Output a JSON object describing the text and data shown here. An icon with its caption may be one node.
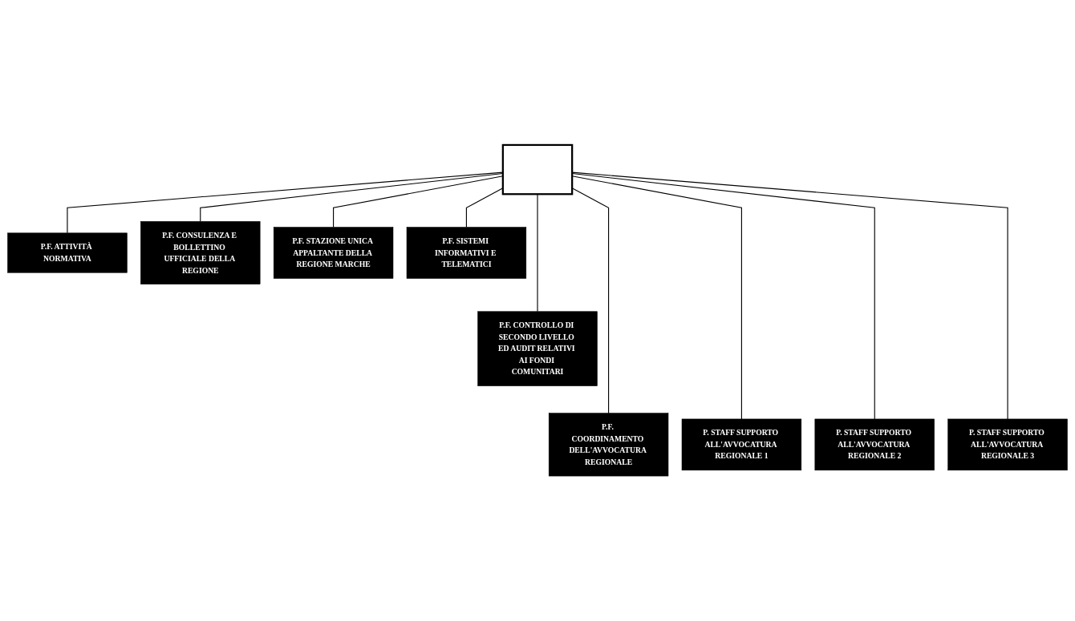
{
  "diagram": {
    "nodes": [
      {
        "text": [],
        "shape": "box"
      },
      {
        "text": [
          "P.F. ATTIVITÀ NORMATIVA"
        ]
      },
      {
        "text": [
          "P.F. CONSULENZA E BOLLETTINO UFFICIALE DELLA REGIONE"
        ]
      },
      {
        "text": [
          "P.F. STAZIONE UNICA APPALTANTE DELLA REGIONE MARCHE"
        ]
      },
      {
        "text": [
          "P.F. SISTEMI INFORMATIVI E TELEMATICI"
        ]
      },
      {
        "text": [
          "P.F. CONTROLLO DI SECONDO LIVELLO ED AUDIT RELATIVI AI FONDI COMUNITARI"
        ]
      },
      {
        "text": [
          "P.F. COORDINAMENTO DELL'AVVOCATURA REGIONALE"
        ]
      },
      {
        "text": [
          "P. STAFF SUPPORTO ALL'AVVOCATURA REGIONALE 1"
        ]
      },
      {
        "text": [
          "P. STAFF SUPPORTO ALL'AVVOCATURA REGIONALE 2"
        ]
      },
      {
        "text": [
          "P. STAFF SUPPORTO ALL'AVVOCATURA REGIONALE 3"
        ]
      }
    ],
    "edges": [
      {
        "from": 0,
        "to": 1,
        "arrow": "none"
      },
      {
        "from": 0,
        "to": 2,
        "arrow": "none"
      },
      {
        "from": 0,
        "to": 3,
        "arrow": "none"
      },
      {
        "from": 0,
        "to": 4,
        "arrow": "none"
      },
      {
        "from": 0,
        "to": 5,
        "arrow": "none"
      },
      {
        "from": 0,
        "to": 6,
        "arrow": "none"
      },
      {
        "from": 0,
        "to": 7,
        "arrow": "none"
      },
      {
        "from": 0,
        "to": 8,
        "arrow": "none"
      },
      {
        "from": 0,
        "to": 9,
        "arrow": "none"
      }
    ]
  }
}
